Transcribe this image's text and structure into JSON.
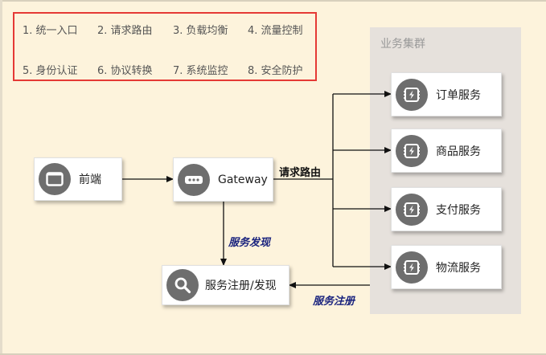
{
  "legend": {
    "items": [
      "1. 统一入口",
      "2. 请求路由",
      "3. 负载均衡",
      "4. 流量控制",
      "5. 身份认证",
      "6. 协议转换",
      "7. 系统监控",
      "8. 安全防护"
    ]
  },
  "cluster": {
    "title": "业务集群",
    "services": [
      {
        "label": "订单服务",
        "icon": "lightning-chip-icon"
      },
      {
        "label": "商品服务",
        "icon": "lightning-chip-icon"
      },
      {
        "label": "支付服务",
        "icon": "lightning-chip-icon"
      },
      {
        "label": "物流服务",
        "icon": "lightning-chip-icon"
      }
    ]
  },
  "nodes": {
    "frontend": {
      "label": "前端",
      "icon": "window-icon"
    },
    "gateway": {
      "label": "Gateway",
      "icon": "dots-icon"
    },
    "registry": {
      "label": "服务注册/发现",
      "icon": "search-icon"
    }
  },
  "edges": {
    "route_label": "请求路由",
    "discovery_label": "服务发现",
    "register_label": "服务注册"
  },
  "colors": {
    "background": "#fdf3dc",
    "legend_border": "#e53935",
    "cluster_bg": "#e6e1dc",
    "icon_bg": "#6e6e6e",
    "blue_label": "#1a237e"
  }
}
